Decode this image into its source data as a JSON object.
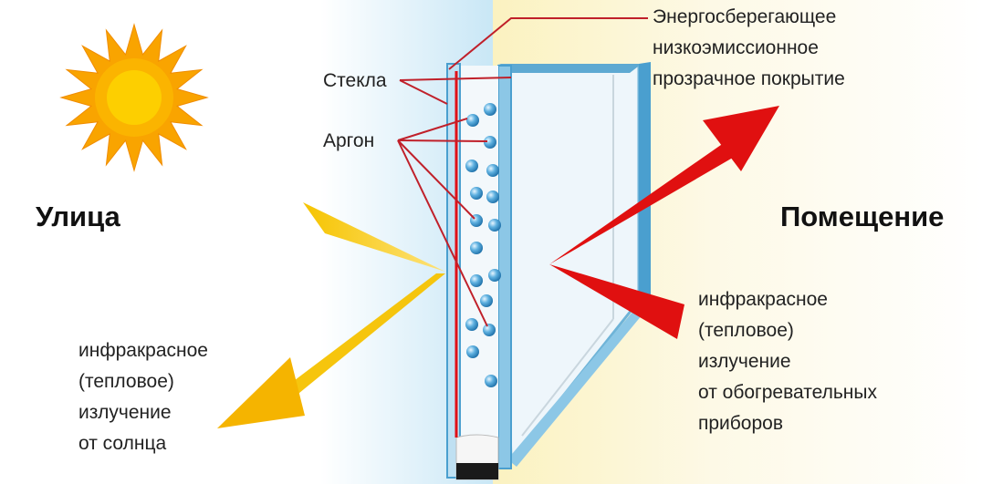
{
  "labels": {
    "street": "Улица",
    "room": "Помещение",
    "glass": "Стекла",
    "argon": "Аргон",
    "coating": [
      "Энергосберегающее",
      "низкоэмиссионное",
      "прозрачное покрытие"
    ],
    "ir_sun": [
      "инфракрасное",
      "(тепловое)",
      "излучение",
      "от солнца"
    ],
    "ir_heaters": [
      "инфракрасное",
      "(тепловое)",
      "излучение",
      "от обогревательных",
      "приборов"
    ]
  },
  "colors": {
    "sun": "#f7a800",
    "yellow_arrow": "#f5b400",
    "red_arrow": "#e01010",
    "leader_line": "#c0202a",
    "coating_line": "#e01018",
    "glass_edge": "#6fb4d8",
    "argon_bubble": "#3b8fc4",
    "sky": "#cfe9f7",
    "warm": "#fbf4c8"
  },
  "icons": [
    "sun-icon",
    "argon-bubble-icon",
    "arrow-icon"
  ]
}
